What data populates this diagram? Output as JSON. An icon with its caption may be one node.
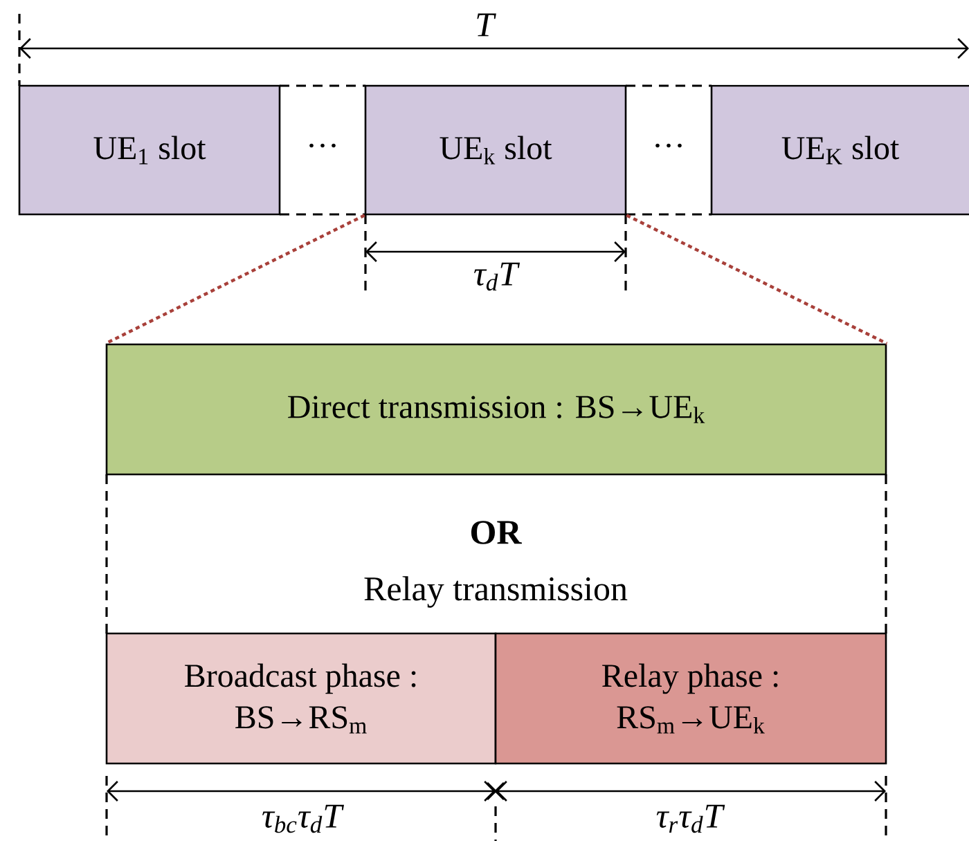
{
  "diagram": {
    "nodes": [
      {
        "text": [
          "UE$_{1}$ slot"
        ]
      },
      {
        "text": [
          "···"
        ]
      },
      {
        "text": [
          "UE$_{k}$ slot"
        ]
      },
      {
        "text": [
          "···"
        ]
      },
      {
        "text": [
          "UE$_{K}$ slot"
        ]
      },
      {
        "text": [
          "Direct transmission : BS→UE$_{k}$"
        ]
      },
      {
        "text": [
          "Broadcast phase : BS→RS$_{m}$"
        ]
      },
      {
        "text": [
          "Relay phase : RS$_{m}$→UE$_{k}$"
        ]
      }
    ],
    "edges": [
      {
        "from": 2,
        "to": 5,
        "arrow": "none",
        "style": "dashed",
        "color": "#a8403a"
      },
      {
        "from": 2,
        "to": 5,
        "arrow": "none",
        "style": "dashed",
        "color": "#a8403a"
      }
    ],
    "labels": [
      "T",
      "τ$_{d}$T",
      "OR",
      "Relay transmission",
      "τ$_{bc}$τ$_{d}$T",
      "τ$_{r}$τ$_{d}$T"
    ]
  }
}
